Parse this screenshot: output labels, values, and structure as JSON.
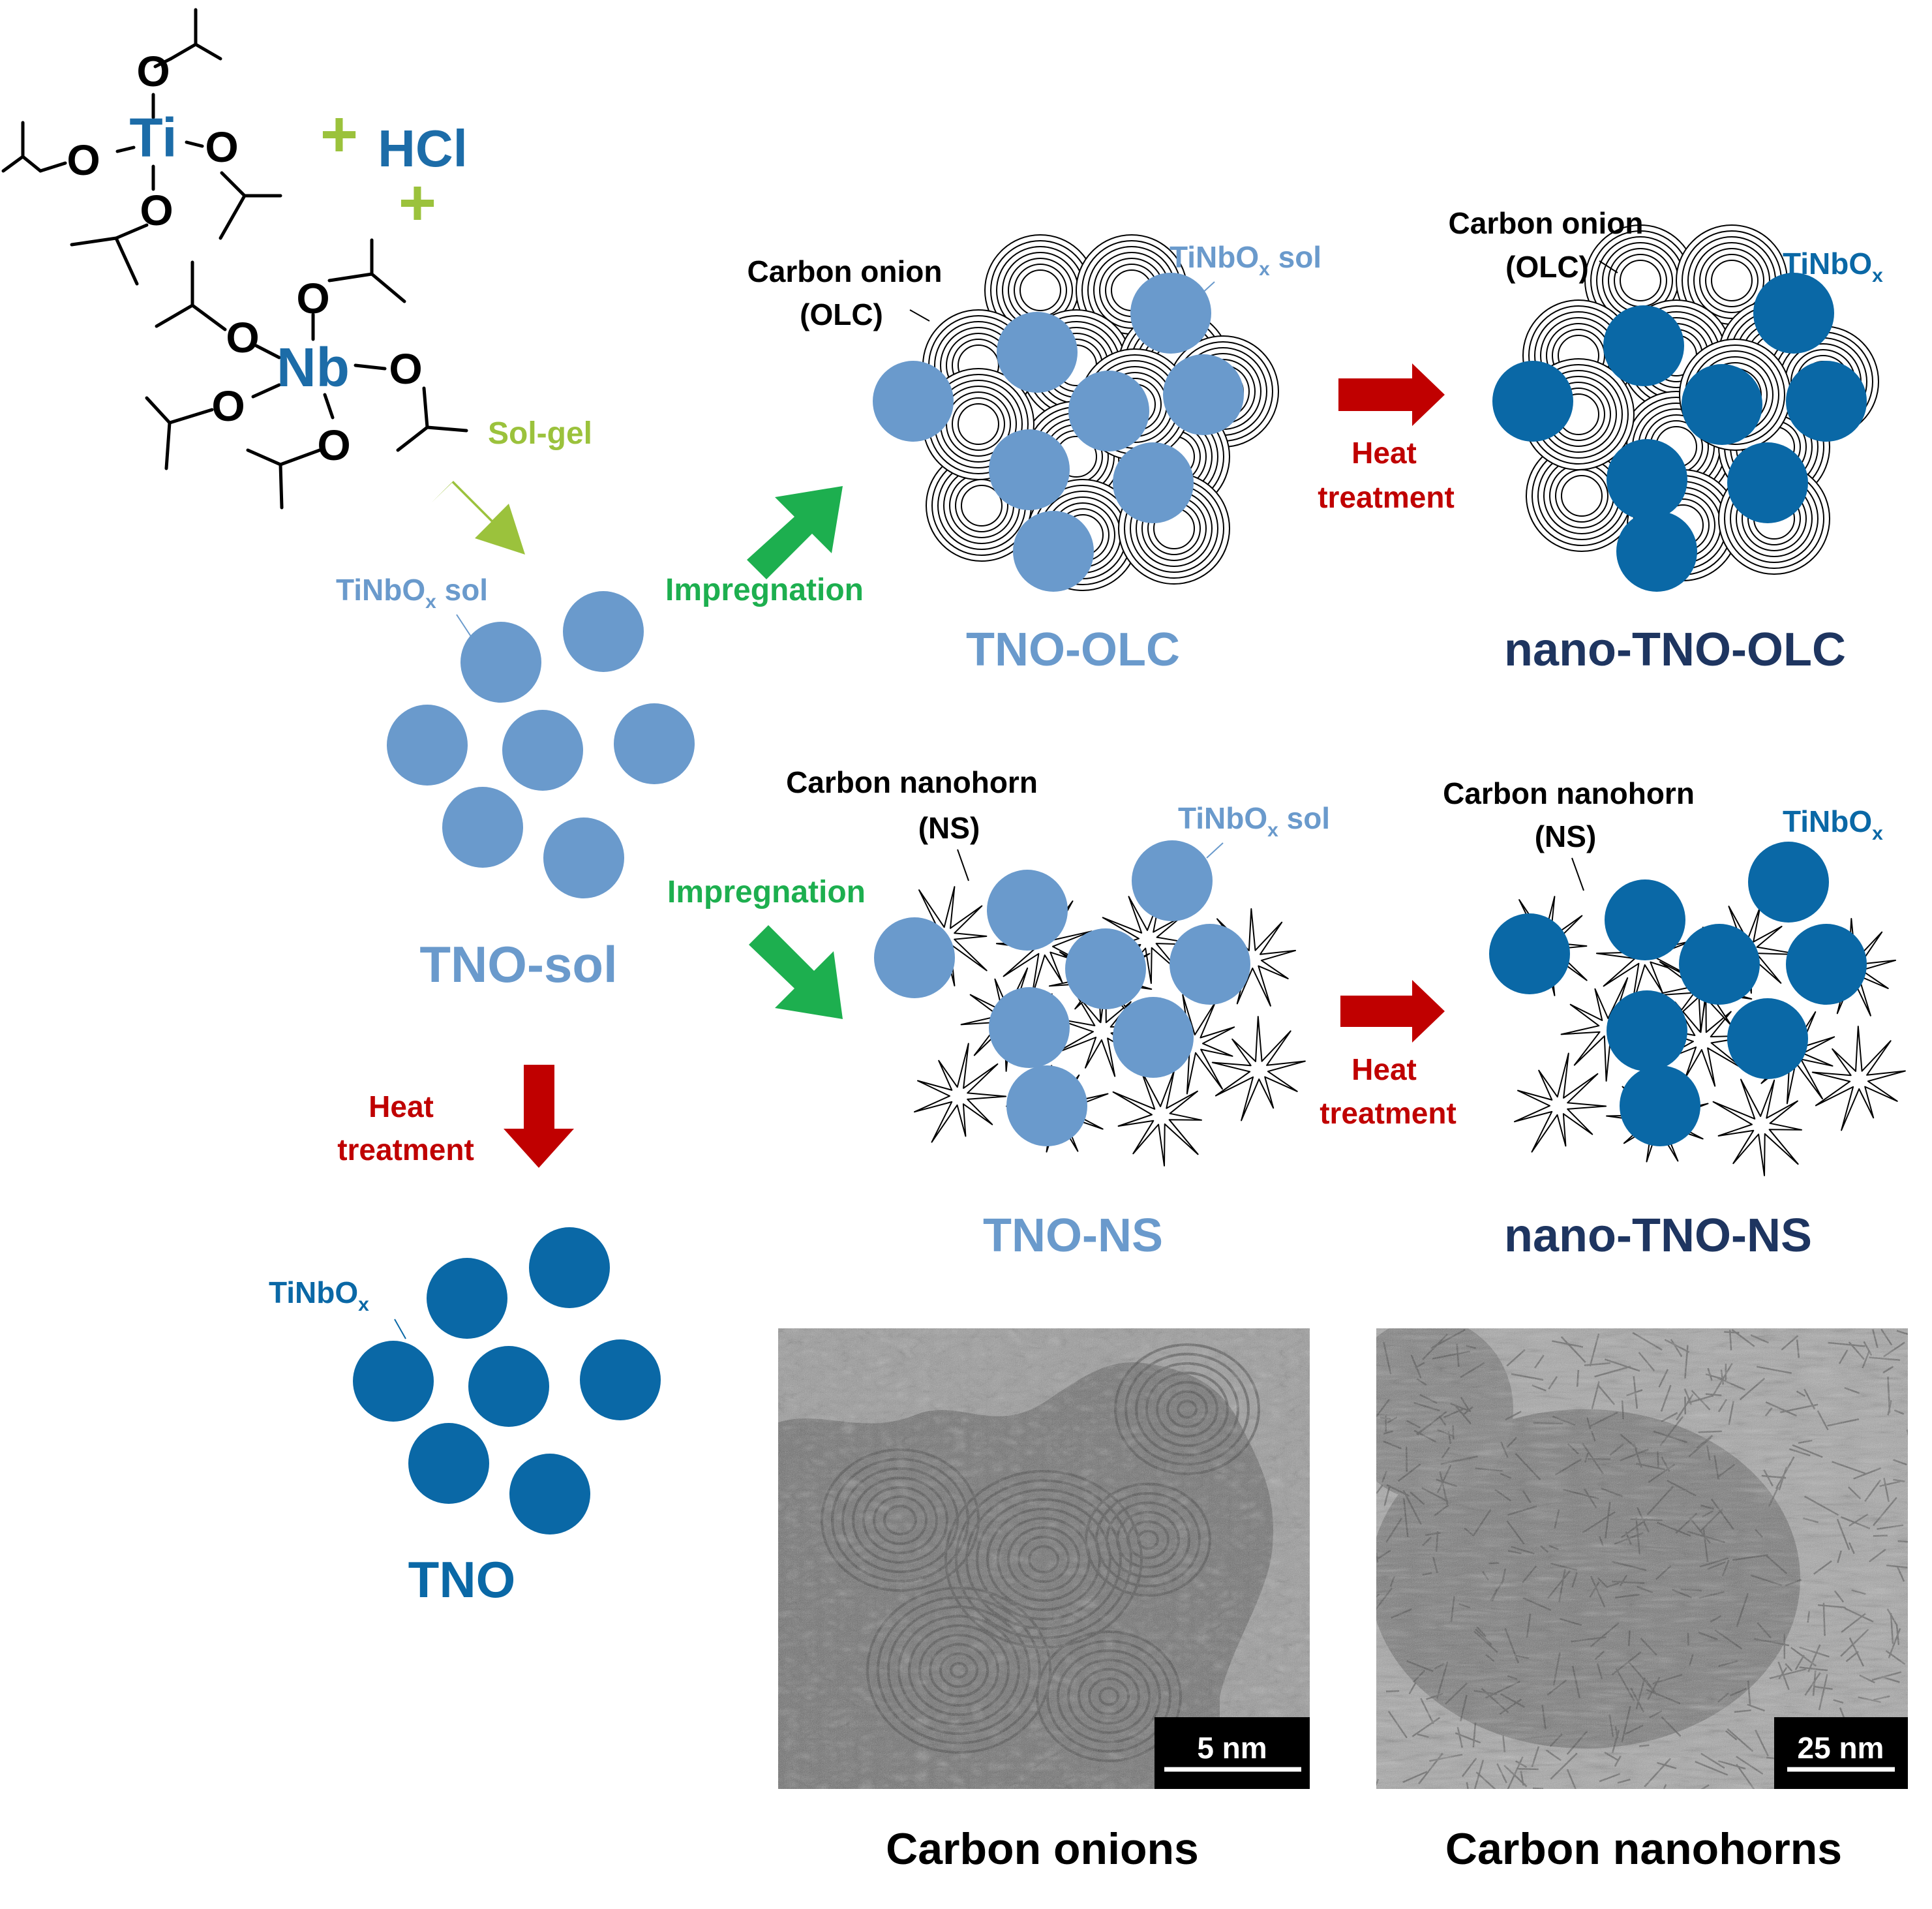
{
  "colors": {
    "sol_blue": "#6a9acc",
    "oxide_blue": "#0a68a6",
    "dark_navy": "#1e3560",
    "atom_blue": "#1c6ca8",
    "lime": "#9bc23c",
    "green": "#1daf4f",
    "red": "#c00000",
    "black": "#000000",
    "white": "#ffffff",
    "tem_gray": "#8e8e8e"
  },
  "precursors": {
    "ti_atom": "Ti",
    "nb_atom": "Nb",
    "oxygen": "O",
    "acid": "HCl",
    "plus": "+",
    "method": "Sol-gel"
  },
  "labels": {
    "tio_sol_label": "TiNbO",
    "subscript_x": "x",
    "sol_suffix": " sol",
    "oxide_label": "TiNbO",
    "carbon_onion": "Carbon onion",
    "olc": "(OLC)",
    "carbon_nanohorn": "Carbon nanohorn",
    "ns": "(NS)"
  },
  "steps": {
    "impregnation_top": "Impregnation",
    "impregnation_bottom": "Impregnation",
    "heat_line1": "Heat",
    "heat_line2": "treatment"
  },
  "products": {
    "tno_sol": "TNO-sol",
    "tno": "TNO",
    "tno_olc": "TNO-OLC",
    "nano_tno_olc": "nano-TNO-OLC",
    "tno_ns": "TNO-NS",
    "nano_tno_ns": "nano-TNO-NS"
  },
  "micrographs": {
    "onions_scale": "5 nm",
    "nanohorns_scale": "25 nm",
    "onions_caption": "Carbon onions",
    "nanohorns_caption": "Carbon nanohorns"
  }
}
